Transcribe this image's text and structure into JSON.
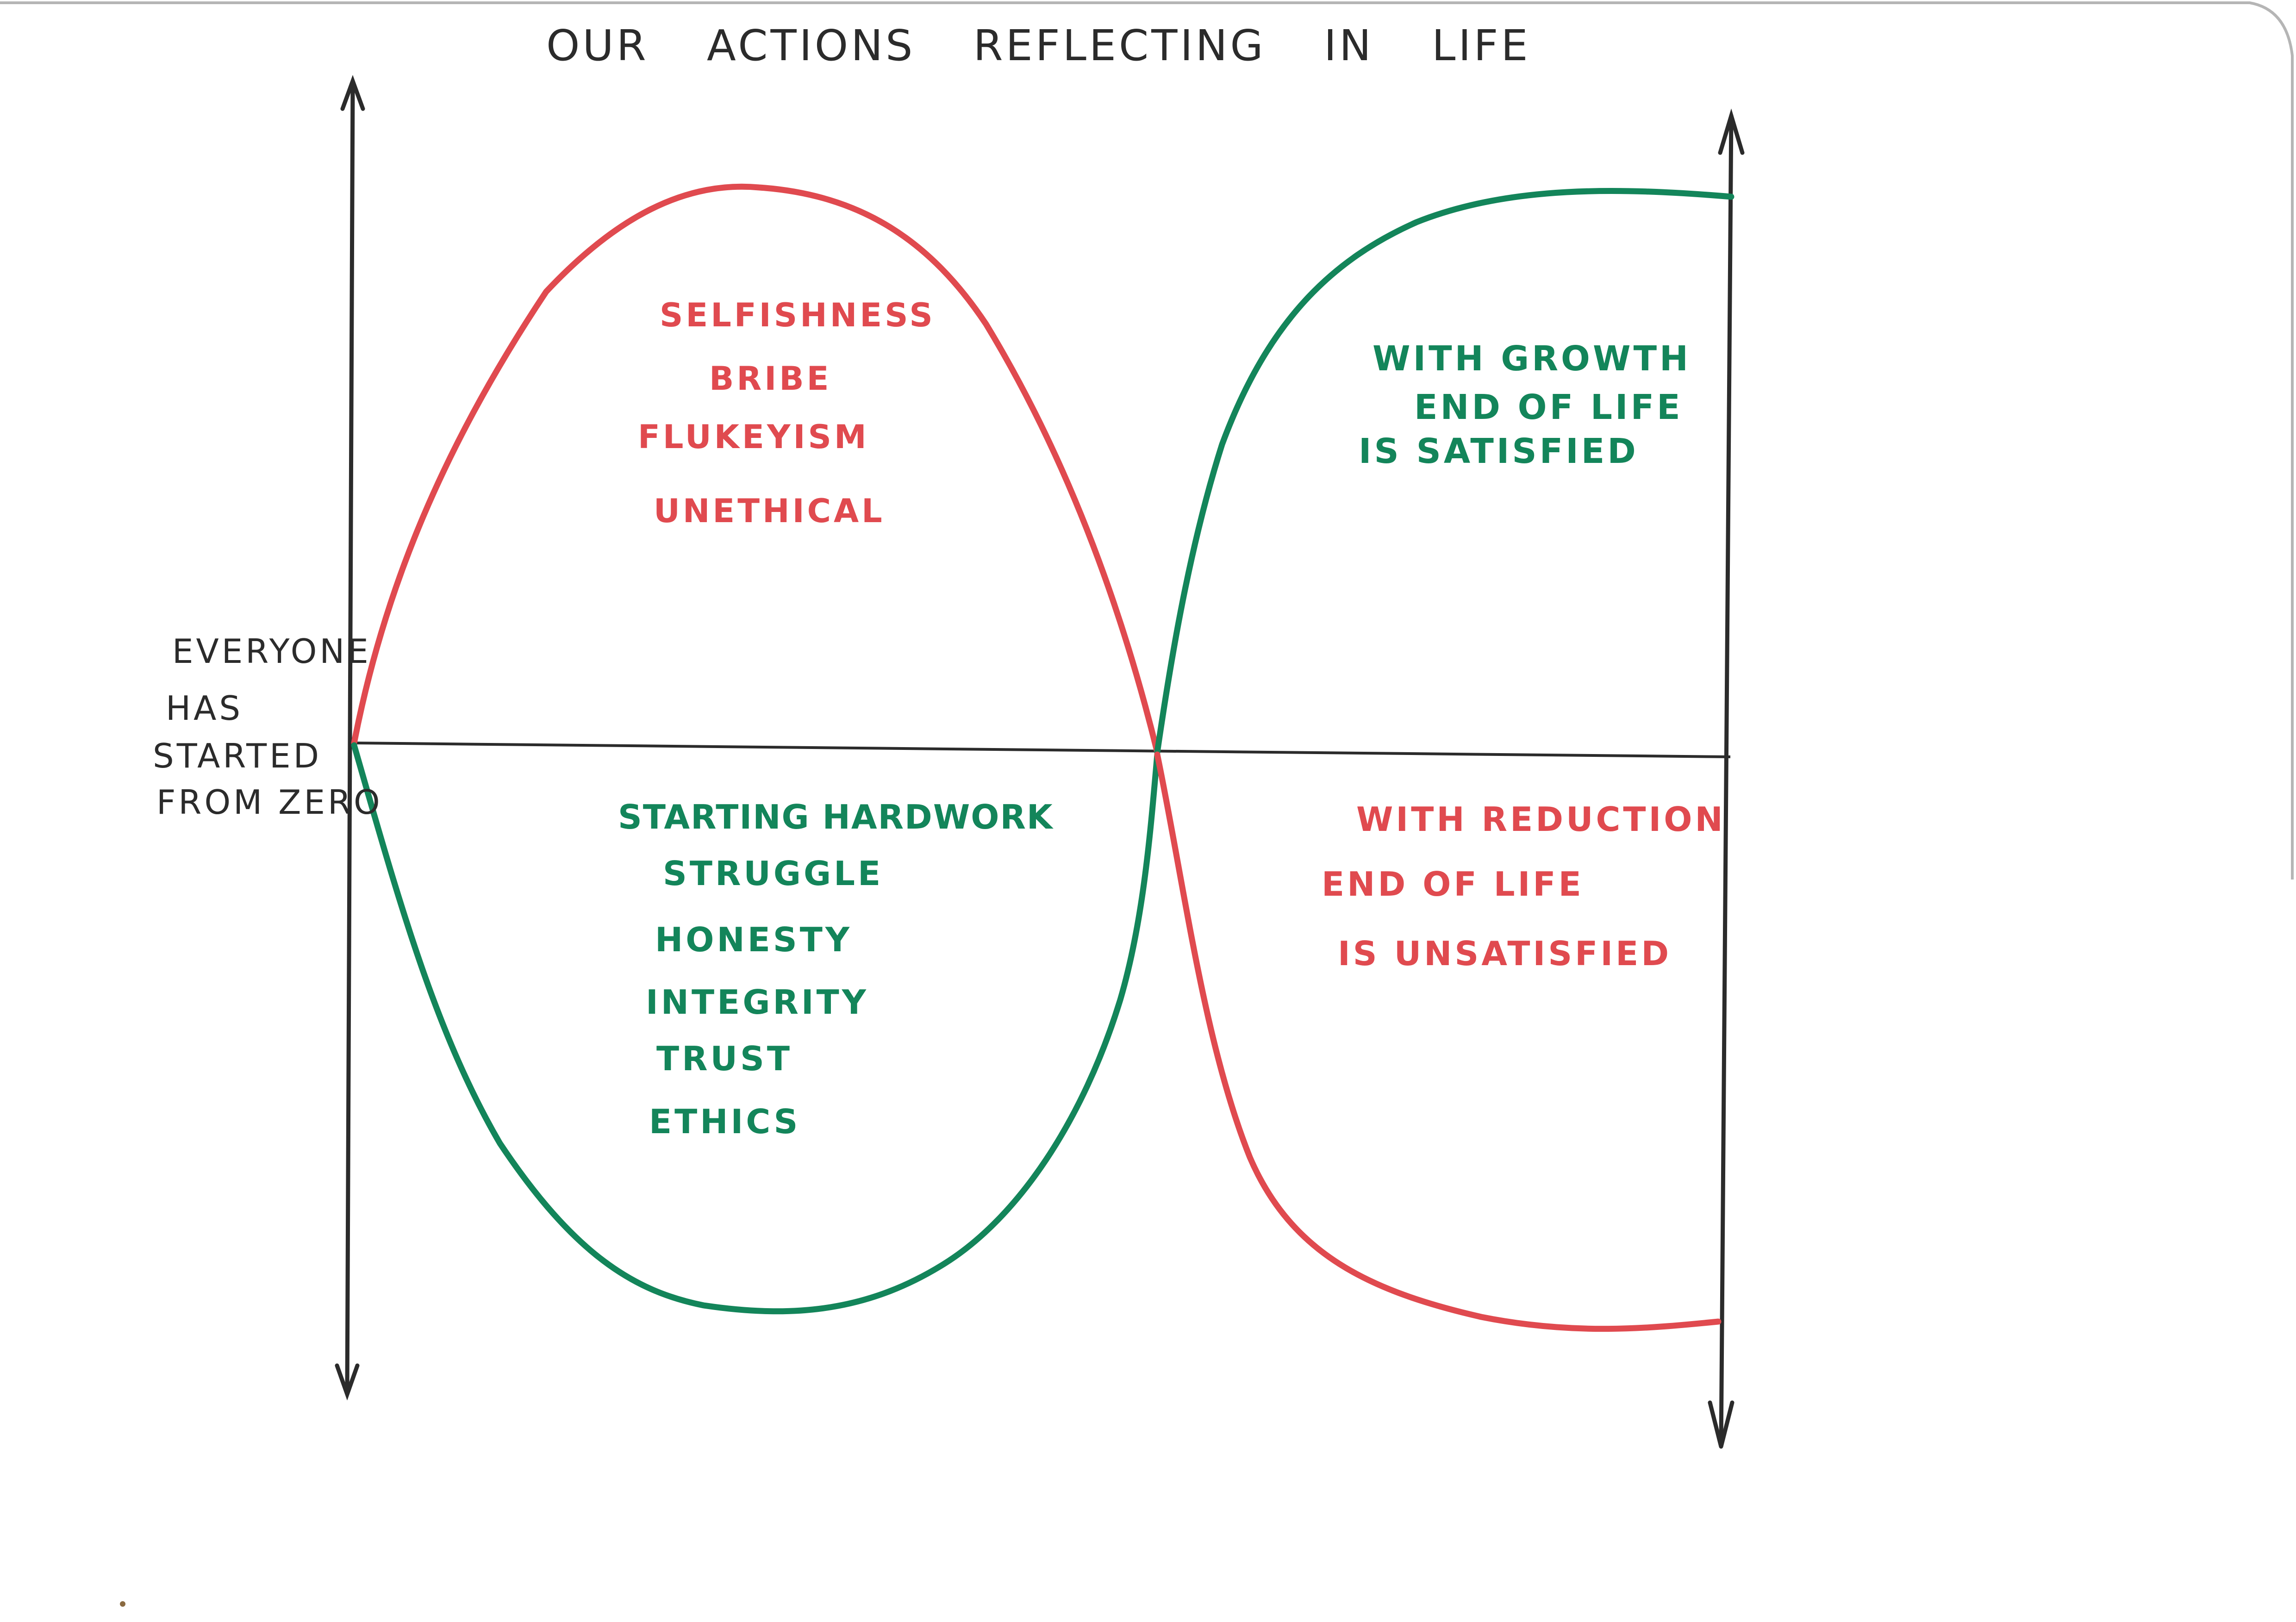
{
  "title": "OUR ACTIONS REFLECTING IN LIFE",
  "start_note": [
    "EVERYONE",
    "HAS",
    "STARTED",
    "FROM ZERO"
  ],
  "top_left_terms": [
    "SELFISHNESS",
    "BRIBE",
    "FLUKEYISM",
    "UNETHICAL"
  ],
  "bottom_left_terms": [
    "STARTING HARDWORK",
    "STRUGGLE",
    "HONESTY",
    "INTEGRITY",
    "TRUST",
    "ETHICS"
  ],
  "top_right_note": [
    "WITH GROWTH",
    "END OF LIFE",
    "IS SATISFIED"
  ],
  "bottom_right_note": [
    "WITH REDUCTION",
    "END OF LIFE",
    "IS UNSATISFIED"
  ],
  "colors": {
    "ink": "#2b2b2b",
    "red": "#e04a4f",
    "green": "#13855a",
    "paper": "#ffffff"
  }
}
